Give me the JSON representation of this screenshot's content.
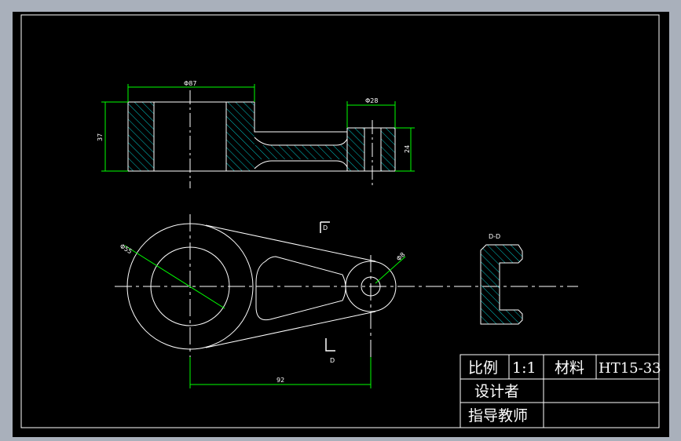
{
  "drawing": {
    "title_block": {
      "scale_label": "比例",
      "scale_value": "1:1",
      "material_label": "材料",
      "material_value": "HT15-33",
      "designer_label": "设计者",
      "instructor_label": "指导教师"
    },
    "dimensions": {
      "outer_diameter": "Φ87",
      "top_small_diameter": "Φ28",
      "height_left": "37",
      "height_right": "24",
      "big_circle_diameter": "Φ55",
      "small_circle_diameter": "Φ8",
      "center_distance": "92"
    },
    "section": {
      "cut_label_top": "D",
      "cut_label_bottom": "D",
      "section_title": "D-D"
    },
    "colors": {
      "background": "#000000",
      "outline": "#ffffff",
      "hatch": "#00c8c8",
      "dimension": "#00ff00",
      "frame": "#ffffff",
      "viewport": "#a9b0bb"
    }
  }
}
